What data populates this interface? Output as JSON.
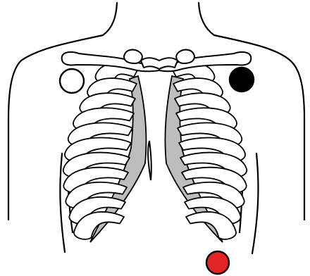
{
  "diagram": {
    "subject": "chest-ribcage-electrode-placement",
    "background_color": "#ffffff",
    "outline_color": "#000000",
    "bone_fill": "#ffffff",
    "cartilage_fill": "#bdbdbd",
    "electrodes": [
      {
        "name": "white-electrode",
        "color": "#ffffff"
      },
      {
        "name": "black-electrode",
        "color": "#000000"
      },
      {
        "name": "red-electrode",
        "color": "#e32424"
      }
    ]
  }
}
